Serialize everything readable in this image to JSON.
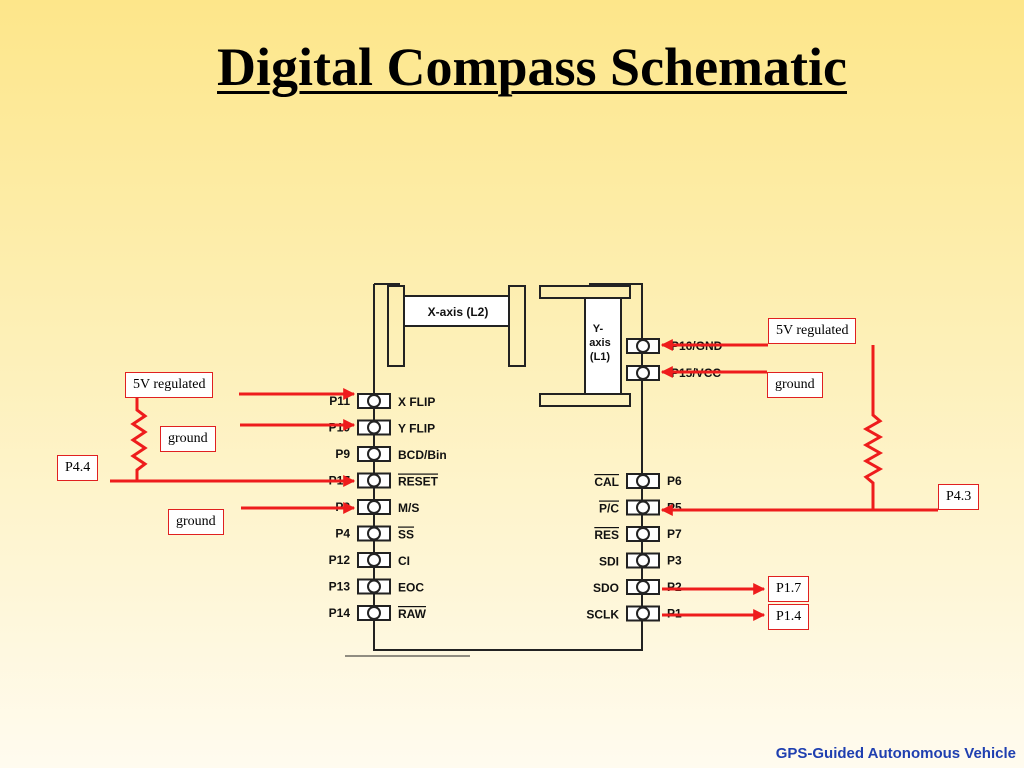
{
  "title": "Digital Compass Schematic",
  "footer": "GPS-Guided Autonomous Vehicle",
  "colors": {
    "wire": "#ee1c1c",
    "label_border": "#e02020",
    "footer_text": "#1f3fb0"
  },
  "chip": {
    "x_axis_label": "X-axis (L2)",
    "y_axis_label": [
      "Y-",
      "axis",
      "(L1)"
    ],
    "top_right_pins": [
      {
        "pin": "P16/GND"
      },
      {
        "pin": "P15/VCC"
      }
    ],
    "left_pins": [
      {
        "pin": "P11",
        "signal": "X FLIP",
        "overbar": false
      },
      {
        "pin": "P10",
        "signal": "Y FLIP",
        "overbar": false
      },
      {
        "pin": "P9",
        "signal": "BCD/Bin",
        "overbar": false
      },
      {
        "pin": "P17",
        "signal": "RESET",
        "overbar": true
      },
      {
        "pin": "P8",
        "signal": "M/S",
        "overbar": false
      },
      {
        "pin": "P4",
        "signal": "SS",
        "overbar": true
      },
      {
        "pin": "P12",
        "signal": "CI",
        "overbar": false
      },
      {
        "pin": "P13",
        "signal": "EOC",
        "overbar": false
      },
      {
        "pin": "P14",
        "signal": "RAW",
        "overbar": true
      }
    ],
    "right_pins": [
      {
        "pin": "P6",
        "signal": "CAL",
        "overbar": true
      },
      {
        "pin": "P5",
        "signal": "P/C",
        "overbar": true
      },
      {
        "pin": "P7",
        "signal": "RES",
        "overbar": true
      },
      {
        "pin": "P3",
        "signal": "SDI",
        "overbar": false
      },
      {
        "pin": "P2",
        "signal": "SDO",
        "overbar": false
      },
      {
        "pin": "P1",
        "signal": "SCLK",
        "overbar": false
      }
    ]
  },
  "connections": {
    "left_5v": "5V regulated",
    "left_ground_1": "ground",
    "left_p44": "P4.4",
    "left_ground_2": "ground",
    "right_5v": "5V regulated",
    "right_ground": "ground",
    "right_p43": "P4.3",
    "right_p17": "P1.7",
    "right_p14": "P1.4"
  }
}
